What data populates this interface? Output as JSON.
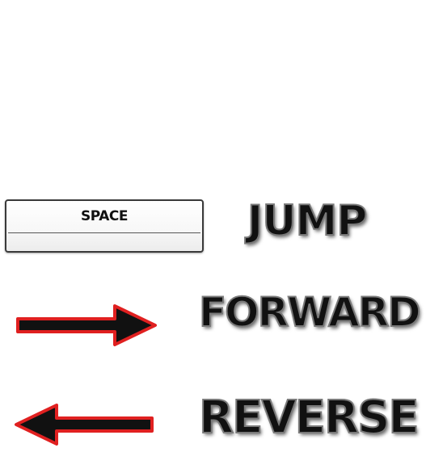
{
  "controls": {
    "jump": {
      "key": "SPACE",
      "action": "JUMP"
    },
    "forward": {
      "key_icon": "right-arrow-icon",
      "action": "FORWARD"
    },
    "reverse": {
      "key_icon": "left-arrow-icon",
      "action": "REVERSE"
    }
  },
  "colors": {
    "arrow_fill": "#111111",
    "arrow_outline": "#e02020",
    "label_text": "#111111",
    "label_outline": "#7a7a7a"
  }
}
